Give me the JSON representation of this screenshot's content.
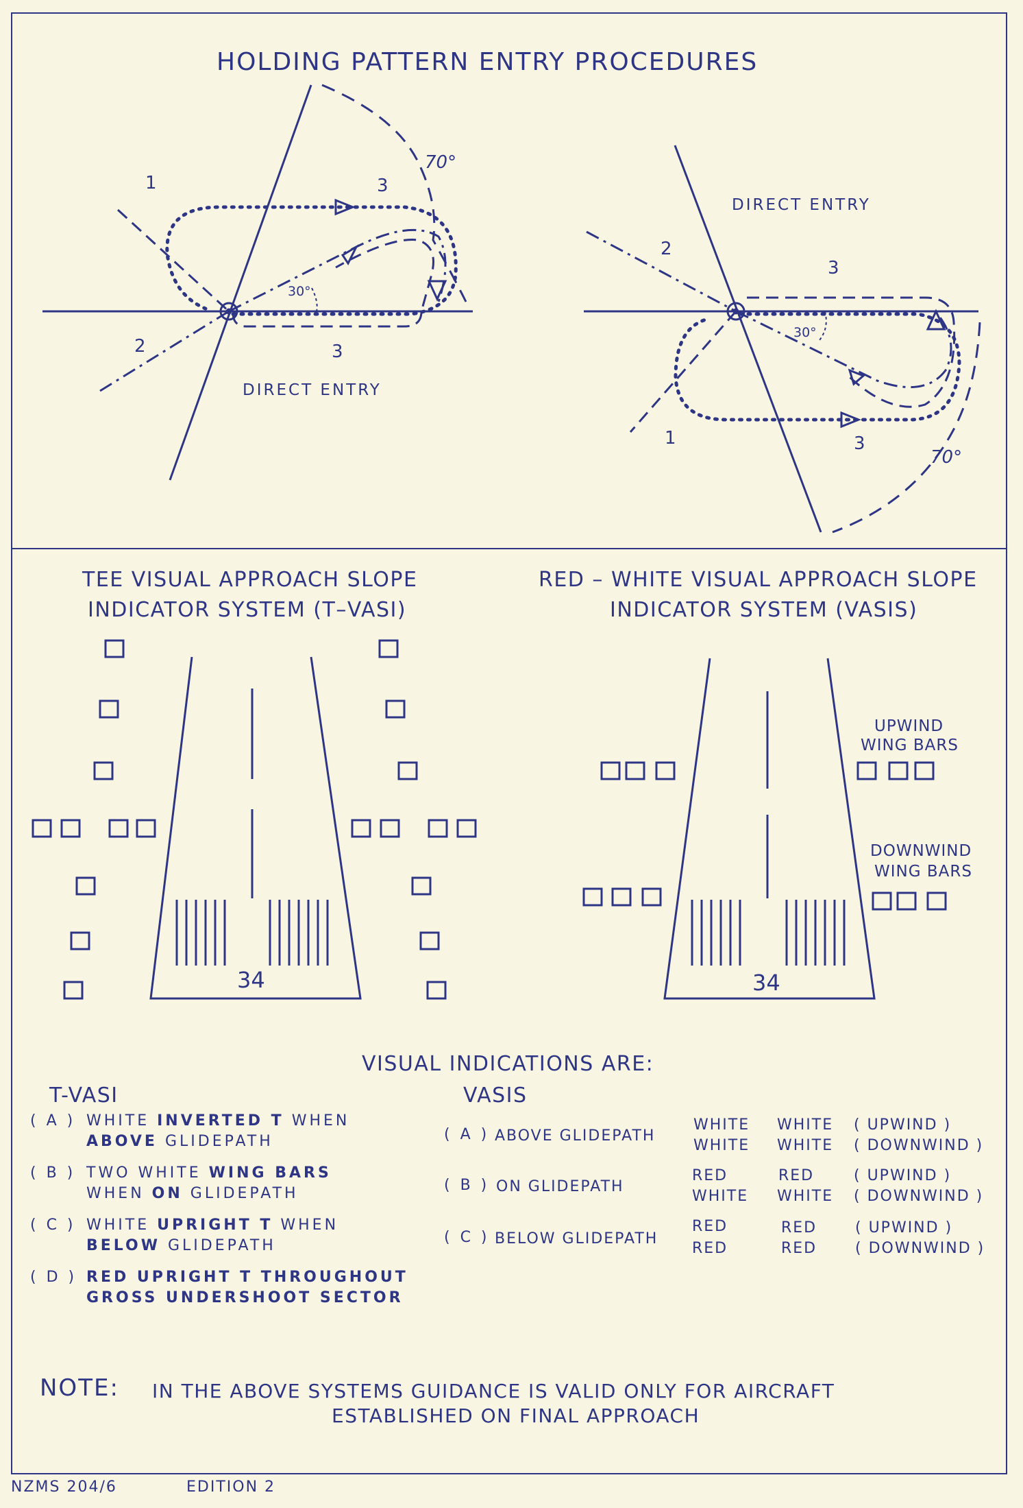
{
  "holding": {
    "title": "HOLDING PATTERN ENTRY PROCEDURES",
    "left": {
      "sector1": "1",
      "sector2": "2",
      "sector3_top": "3",
      "sector3_bottom": "3",
      "angle_70": "70°",
      "angle_30": "30°",
      "direct_entry": "DIRECT ENTRY"
    },
    "right": {
      "sector1": "1",
      "sector2": "2",
      "sector3_top": "3",
      "sector3_bottom": "3",
      "angle_70": "70°",
      "angle_30": "30°",
      "direct_entry": "DIRECT ENTRY"
    }
  },
  "tvasi": {
    "title_line1": "TEE VISUAL APPROACH SLOPE",
    "title_line2": "INDICATOR SYSTEM (T–VASI)",
    "runway_number": "34"
  },
  "vasis": {
    "title_line1": "RED – WHITE VISUAL APPROACH SLOPE",
    "title_line2": "INDICATOR SYSTEM (VASIS)",
    "runway_number": "34",
    "upwind_line1": "UPWIND",
    "upwind_line2": "WING BARS",
    "downwind_line1": "DOWNWIND",
    "downwind_line2": "WING BARS"
  },
  "indications": {
    "heading": "VISUAL INDICATIONS ARE:",
    "tvasi_heading": "T-VASI",
    "vasis_heading": "VASIS",
    "tvasi_items": [
      {
        "letter": "( A )",
        "l1a": "WHITE ",
        "l1b": "INVERTED T",
        "l1c": " WHEN",
        "l2a": "ABOVE",
        "l2b": " GLIDEPATH"
      },
      {
        "letter": "( B )",
        "l1a": "TWO WHITE ",
        "l1b": "WING BARS",
        "l1c": "",
        "l2a": "WHEN ",
        "l2b": "ON",
        "l2c": " GLIDEPATH"
      },
      {
        "letter": "( C )",
        "l1a": "WHITE ",
        "l1b": "UPRIGHT T",
        "l1c": " WHEN",
        "l2a": "BELOW",
        "l2b": " GLIDEPATH"
      },
      {
        "letter": "( D )",
        "l1": "RED UPRIGHT T THROUGHOUT",
        "l2": "GROSS UNDERSHOOT SECTOR"
      }
    ],
    "vasis_items": [
      {
        "letter": "( A )",
        "label": "ABOVE GLIDEPATH",
        "c1a": "WHITE",
        "c2a": "WHITE",
        "c3a": "( UPWIND )",
        "c1b": "WHITE",
        "c2b": "WHITE",
        "c3b": "( DOWNWIND )"
      },
      {
        "letter": "( B )",
        "label": "ON GLIDEPATH",
        "c1a": "RED",
        "c2a": "RED",
        "c3a": "( UPWIND )",
        "c1b": "WHITE",
        "c2b": "WHITE",
        "c3b": "( DOWNWIND )"
      },
      {
        "letter": "( C )",
        "label": "BELOW GLIDEPATH",
        "c1a": "RED",
        "c2a": "RED",
        "c3a": "( UPWIND )",
        "c1b": "RED",
        "c2b": "RED",
        "c3b": "( DOWNWIND )"
      }
    ]
  },
  "note": {
    "label": "NOTE:",
    "line1": "IN THE ABOVE SYSTEMS GUIDANCE IS VALID ONLY FOR AIRCRAFT",
    "line2": "ESTABLISHED ON FINAL APPROACH"
  },
  "footer": {
    "code": "NZMS 204/6",
    "edition": "EDITION 2"
  }
}
